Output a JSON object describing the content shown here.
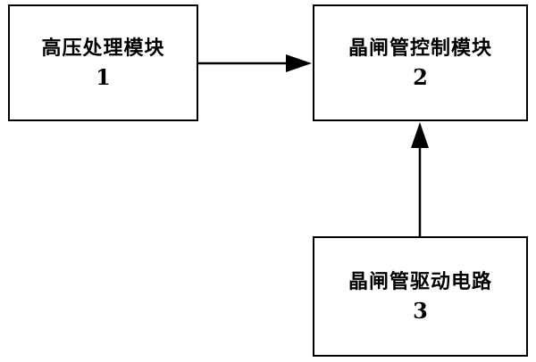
{
  "blocks": [
    {
      "id": "1",
      "label": "高压处理模块",
      "number": "1"
    },
    {
      "id": "2",
      "label": "晶闸管控制模块",
      "number": "2"
    },
    {
      "id": "3",
      "label": "晶闸管驱动电路",
      "number": "3"
    }
  ],
  "connections": [
    {
      "from": "1",
      "to": "2",
      "direction": "right"
    },
    {
      "from": "3",
      "to": "2",
      "direction": "up"
    }
  ],
  "colors": {
    "line": "#000000",
    "background": "#ffffff"
  }
}
